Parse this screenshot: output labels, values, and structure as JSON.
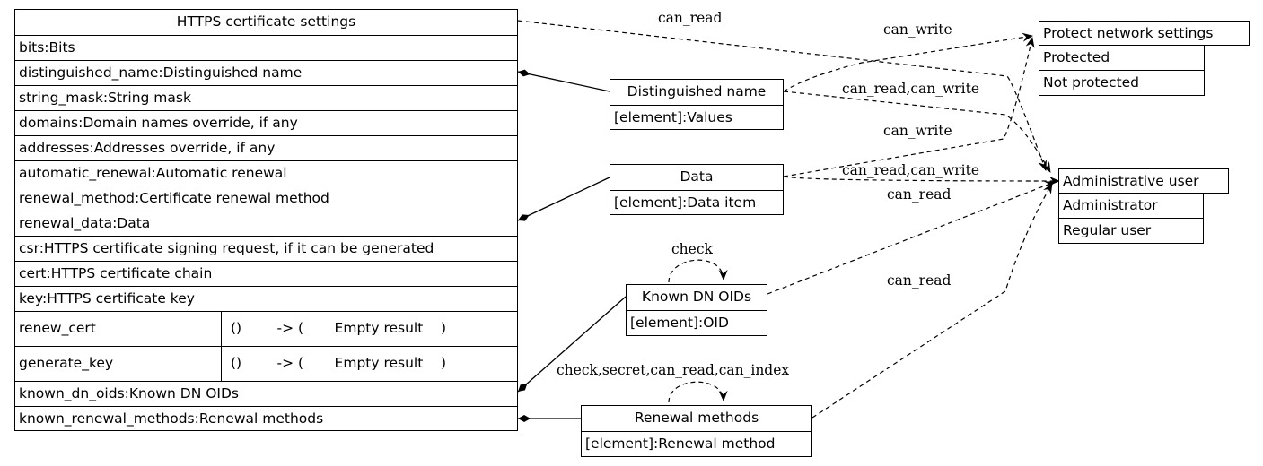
{
  "main_class": {
    "title": "HTTPS certificate settings",
    "attributes": [
      "bits:Bits",
      "distinguished_name:Distinguished name",
      "string_mask:String mask",
      "domains:Domain names override, if any",
      "addresses:Addresses override, if any",
      "automatic_renewal:Automatic renewal",
      "renewal_method:Certificate renewal method",
      "renewal_data:Data",
      "csr:HTTPS certificate signing request, if it can be generated",
      "cert:HTTPS certificate chain",
      "key:HTTPS certificate key"
    ],
    "methods": [
      {
        "name": "renew_cert",
        "signature": "()        -> (       Empty result    )"
      },
      {
        "name": "generate_key",
        "signature": "()        -> (       Empty result    )"
      }
    ],
    "tail_attributes": [
      "known_dn_oids:Known DN OIDs",
      "known_renewal_methods:Renewal methods"
    ]
  },
  "classes": {
    "distinguished_name": {
      "title": "Distinguished name",
      "rows": [
        "[element]:Values"
      ]
    },
    "data": {
      "title": "Data",
      "rows": [
        "[element]:Data item"
      ]
    },
    "known_dn_oids": {
      "title": "Known DN OIDs",
      "rows": [
        "[element]:OID"
      ]
    },
    "renewal_methods": {
      "title": "Renewal methods",
      "rows": [
        "[element]:Renewal method"
      ]
    },
    "protect_network": {
      "title": "Protect network settings",
      "rows": [
        "Protected",
        "Not protected"
      ]
    },
    "admin_user": {
      "title": "Administrative user",
      "rows": [
        "Administrator",
        "Regular user"
      ]
    }
  },
  "edge_labels": {
    "main_admin": "can_read",
    "dn_protect": "can_write",
    "dn_admin": "can_read,can_write",
    "data_protect": "can_write",
    "data_admin": "can_read,can_write",
    "oids_admin": "can_read",
    "renewal_admin": "can_read",
    "oids_self": "check",
    "renewal_self": "check,secret,can_read,can_index"
  }
}
